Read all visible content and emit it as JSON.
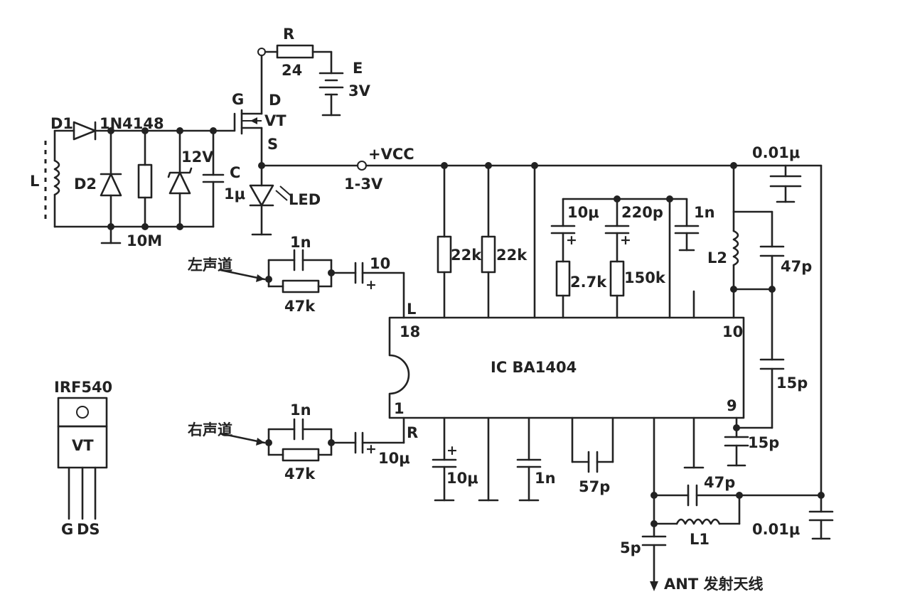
{
  "labels": {
    "r_name": "R",
    "r_val": "24",
    "e_name": "E",
    "e_val": "3V",
    "g": "G",
    "d": "D",
    "vt": "VT",
    "s": "S",
    "d1": "D1",
    "d1_part": "1N4148",
    "l": "L",
    "d2": "D2",
    "r10m": "10M",
    "zener": "12V",
    "c_name": "C",
    "c_val": "1μ",
    "led": "LED",
    "vcc": "+VCC",
    "vcc_range": "1-3V",
    "c001_top": "0.01μ",
    "c001_bot": "0.01μ",
    "c10u_a": "10μ",
    "c220p": "220p",
    "c1n_a": "1n",
    "r22k_a": "22k",
    "r22k_b": "22k",
    "r27k": "2.7k",
    "r150k": "150k",
    "l2": "L2",
    "c47p_a": "47p",
    "left_ch": "左声道",
    "right_ch": "右声道",
    "c1n_left": "1n",
    "r47k_left": "47k",
    "c10_left": "10",
    "c1n_right": "1n",
    "r47k_right": "47k",
    "c10u_right": "10μ",
    "pin_l": "L",
    "pin_r": "R",
    "pin18": "18",
    "pin1": "1",
    "pin10": "10",
    "pin9": "9",
    "ic": "IC BA1404",
    "c15p_a": "15p",
    "c15p_b": "15p",
    "c10u_b": "10μ",
    "c1n_b": "1n",
    "c57p": "57p",
    "c47p_b": "47p",
    "l1": "L1",
    "c5p": "5p",
    "ant": "ANT 发射天线",
    "irf": "IRF540",
    "pkg_vt": "VT",
    "pkg_g": "G",
    "pkg_ds": "DS",
    "plus": "+"
  }
}
